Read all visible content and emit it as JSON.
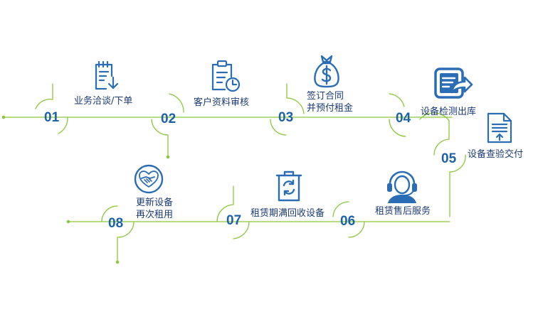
{
  "colors": {
    "line": "#8cc63f",
    "number": "#1d62a8",
    "icon_blue": "#2a6db5",
    "label": "#1b3b73"
  },
  "steps": [
    {
      "num": "01",
      "label": "业务洽谈/下单",
      "icon": "order-clipboard-icon"
    },
    {
      "num": "02",
      "label": "客户资料审核",
      "icon": "clipboard-clock-icon"
    },
    {
      "num": "03",
      "label_line1": "签订合同",
      "label_line2": "并预付租金",
      "icon": "money-bag-icon"
    },
    {
      "num": "04",
      "label": "设备检测出库",
      "icon": "share-document-icon"
    },
    {
      "num": "05",
      "label": "设备查验交付",
      "icon": "document-upload-icon"
    },
    {
      "num": "06",
      "label": "租赁售后服务",
      "icon": "headset-agent-icon"
    },
    {
      "num": "07",
      "label": "租赁期满回收设备",
      "icon": "recycle-bin-icon"
    },
    {
      "num": "08",
      "label_line1": "更新设备",
      "label_line2": "再次租用",
      "icon": "handshake-heart-icon"
    }
  ]
}
